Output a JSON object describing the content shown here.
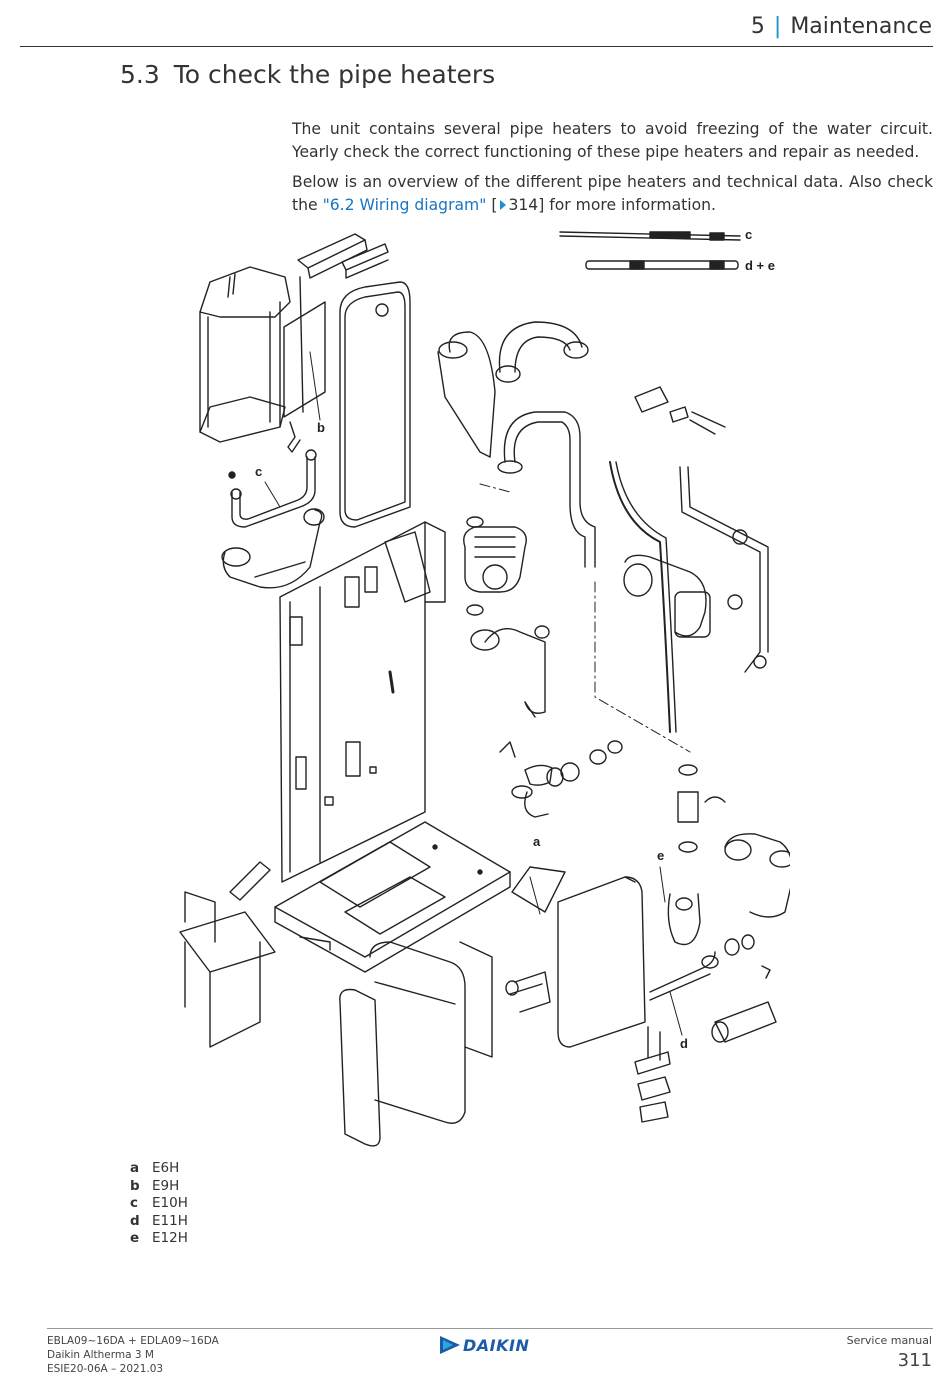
{
  "header": {
    "chapter_number": "5",
    "chapter_title": "Maintenance"
  },
  "section": {
    "number": "5.3",
    "title": "To check the pipe heaters"
  },
  "paragraphs": {
    "p1": "The unit contains several pipe heaters to avoid freezing of the water circuit. Yearly check the correct functioning of these pipe heaters and repair as needed.",
    "p2_before": "Below is an overview of the different pipe heaters and technical data. Also check the ",
    "p2_link": "\"6.2 Wiring diagram\"",
    "p2_bracket_open": " [",
    "p2_page_ref": "314]",
    "p2_after": " for more information."
  },
  "figure": {
    "callouts": {
      "a": "a",
      "b": "b",
      "c": "c",
      "d": "d",
      "e": "e",
      "top_c": "c",
      "top_de": "d + e"
    }
  },
  "legend": [
    {
      "key": "a",
      "value": "E6H"
    },
    {
      "key": "b",
      "value": "E9H"
    },
    {
      "key": "c",
      "value": "E10H"
    },
    {
      "key": "d",
      "value": "E11H"
    },
    {
      "key": "e",
      "value": "E12H"
    }
  ],
  "footer": {
    "model": "EBLA09~16DA + EDLA09~16DA",
    "product": "Daikin Altherma 3 M",
    "doc_id": "ESIE20-06A – 2021.03",
    "logo_text": "DAIKIN",
    "doc_type": "Service manual",
    "page_number": "311"
  },
  "colors": {
    "accent_blue": "#1a8fd1",
    "link_blue": "#1a75c2",
    "logo_blue": "#1c5ba8"
  }
}
